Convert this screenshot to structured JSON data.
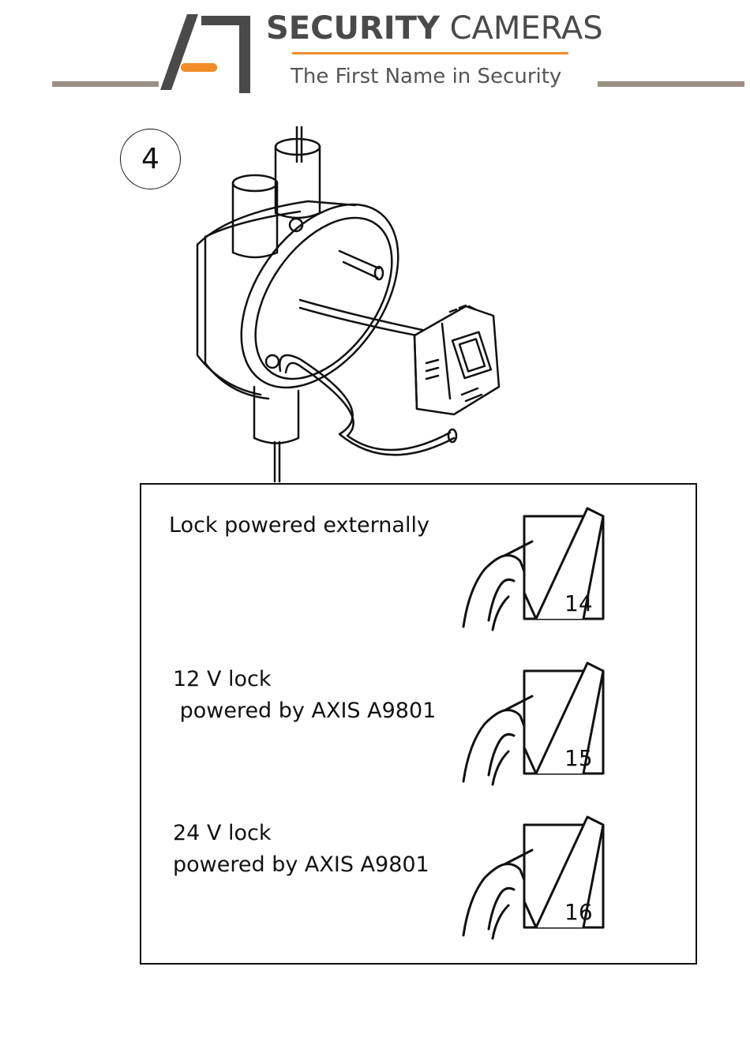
{
  "header": {
    "brand_mark": "A1",
    "brand_strong": "SECURITY",
    "brand_light": "CAMERAS",
    "tagline": "The First Name in Security",
    "accent_color": "#f28c28",
    "rule_color": "#9a8f84"
  },
  "step": {
    "number": "4"
  },
  "illustration": {
    "icon": "junction-box-with-access-control-module-illustration"
  },
  "options": [
    {
      "lines": [
        "Lock powered externally"
      ],
      "page": "14",
      "icon": "turn-page-icon"
    },
    {
      "lines": [
        "12 V lock",
        " powered by AXIS A9801"
      ],
      "page": "15",
      "icon": "turn-page-icon"
    },
    {
      "lines": [
        "24 V lock",
        "powered by AXIS A9801"
      ],
      "page": "16",
      "icon": "turn-page-icon"
    }
  ]
}
